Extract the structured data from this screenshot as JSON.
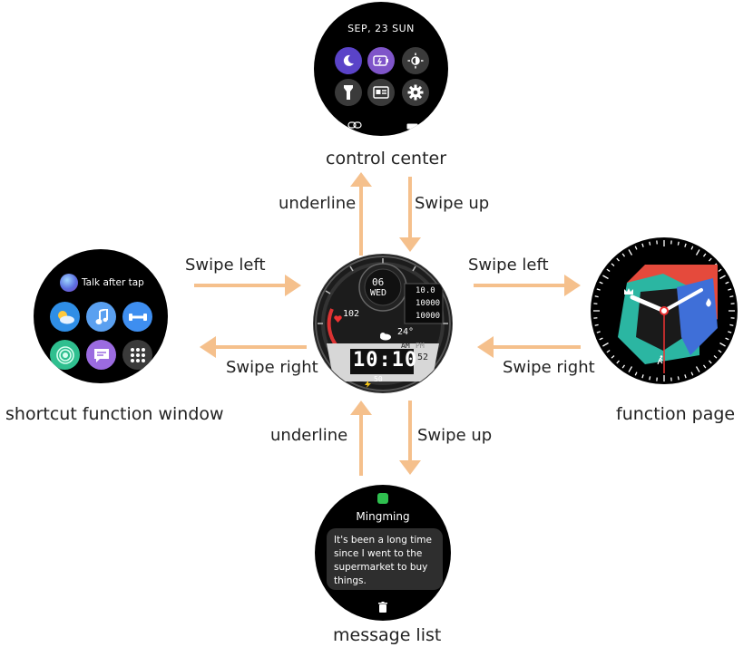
{
  "control_center": {
    "date": "SEP, 23 SUN",
    "caption": "control center",
    "icons": [
      "moon-icon",
      "battery-icon",
      "brightness-icon",
      "flashlight-icon",
      "card-icon",
      "gear-icon",
      "link-icon",
      "battery-status-icon"
    ]
  },
  "shortcut_window": {
    "assistant": "Talk after tap",
    "caption": "shortcut function window",
    "apps": [
      "weather-app-icon",
      "music-app-icon",
      "fitness-app-icon",
      "breathing-app-icon",
      "message-app-icon",
      "all-apps-icon"
    ]
  },
  "watch_face": {
    "date_num": "06",
    "weekday": "WED",
    "stat1": "10.0",
    "stat2": "10000",
    "stat3": "10000",
    "heart": "102",
    "temp": "24°",
    "ampm_am": "AM",
    "ampm_pm": "PM",
    "time": "10:10",
    "seconds": "52",
    "battery": "50"
  },
  "function_page": {
    "caption": "function page"
  },
  "message_list": {
    "sender": "Mingming",
    "message": "It's been a long time since I went to the supermarket to buy things.",
    "caption": "message list"
  },
  "arrows": {
    "top_up": "underline",
    "top_down": "Swipe up",
    "left_right": "Swipe left",
    "left_left": "Swipe right",
    "right_right": "Swipe left",
    "right_left": "Swipe right",
    "bottom_up": "underline",
    "bottom_down": "Swipe up"
  },
  "colors": {
    "arrow": "#f5c08c",
    "screen": "#000000"
  }
}
